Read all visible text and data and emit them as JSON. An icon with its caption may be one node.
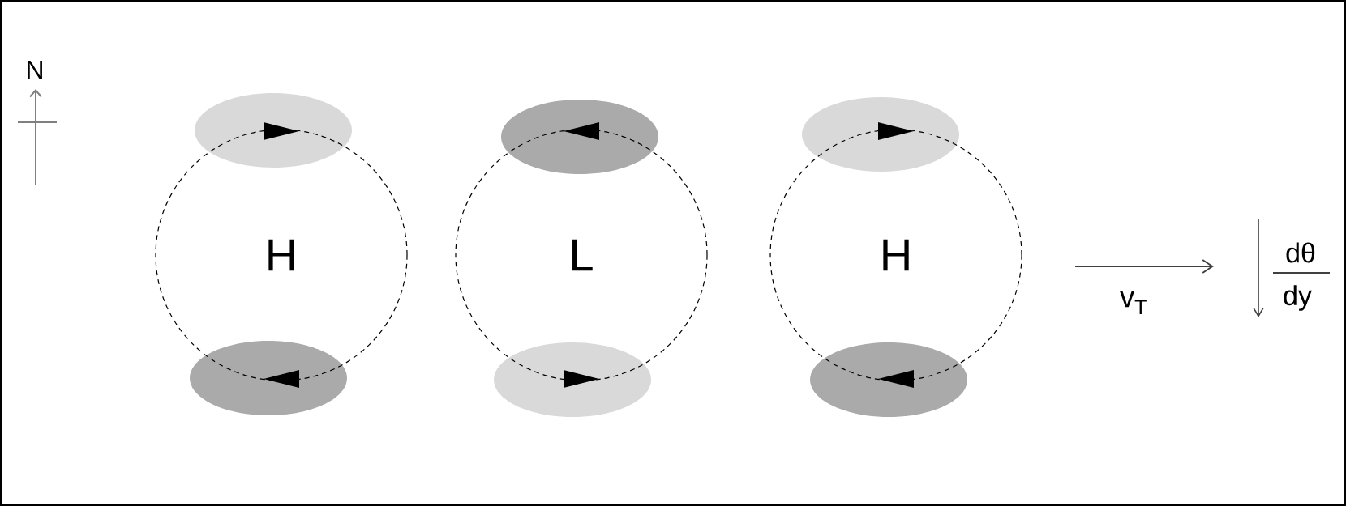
{
  "diagram": {
    "nodes": [
      {
        "text": [
          "H"
        ]
      },
      {
        "text": [
          "L"
        ]
      },
      {
        "text": [
          "H"
        ]
      }
    ],
    "edges": [],
    "labels": [
      "N",
      "v$_{T}$",
      "dθ",
      "dy"
    ]
  }
}
